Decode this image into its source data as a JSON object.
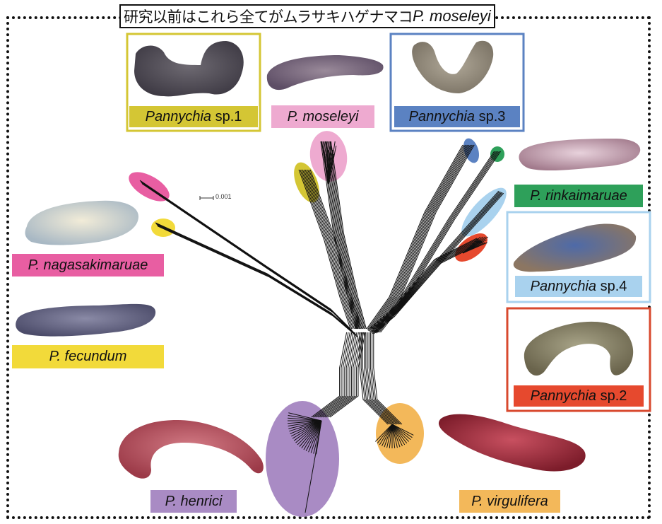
{
  "title": {
    "japanese": "研究以前はこれら全てがムラサキハゲナマコ",
    "species": "P. moseleyi"
  },
  "scale_bar": {
    "label": "0.001"
  },
  "species": [
    {
      "id": "sp1",
      "genus": "Pannychia",
      "suffix": " sp.1",
      "color": "#d4c634",
      "boxed": true
    },
    {
      "id": "moseleyi",
      "genus": "P. moseleyi",
      "suffix": "",
      "color": "#eeaad0",
      "boxed": false
    },
    {
      "id": "sp3",
      "genus": "Pannychia",
      "suffix": " sp.3",
      "color": "#5b82c2",
      "boxed": true
    },
    {
      "id": "rinkaimaruae",
      "genus": "P. rinkaimaruae",
      "suffix": "",
      "color": "#2ea05a",
      "boxed": false
    },
    {
      "id": "sp4",
      "genus": "Pannychia",
      "suffix": " sp.4",
      "color": "#a9d2ee",
      "boxed": true
    },
    {
      "id": "sp2",
      "genus": "Pannychia",
      "suffix": " sp.2",
      "color": "#e6492e",
      "boxed": true
    },
    {
      "id": "nagasakimaruae",
      "genus": "P. nagasakimaruae",
      "suffix": "",
      "color": "#e85ea2",
      "boxed": false
    },
    {
      "id": "fecundum",
      "genus": "P. fecundum",
      "suffix": "",
      "color": "#f2da3a",
      "boxed": false
    },
    {
      "id": "henrici",
      "genus": "P. henrici",
      "suffix": "",
      "color": "#a98bc4",
      "boxed": false
    },
    {
      "id": "virgulifera",
      "genus": "P. virgulifera",
      "suffix": "",
      "color": "#f3b85a",
      "boxed": false
    }
  ],
  "labels": {
    "sp1_genus": "Pannychia",
    "sp1_suffix": " sp.1",
    "moseleyi": "P. moseleyi",
    "sp3_genus": "Pannychia",
    "sp3_suffix": " sp.3",
    "rinkaimaruae": "P. rinkaimaruae",
    "sp4_genus": "Pannychia",
    "sp4_suffix": " sp.4",
    "sp2_genus": "Pannychia",
    "sp2_suffix": " sp.2",
    "nagasakimaruae": "P. nagasakimaruae",
    "fecundum": "P. fecundum",
    "henrici": "P. henrici",
    "virgulifera": "P. virgulifera"
  }
}
